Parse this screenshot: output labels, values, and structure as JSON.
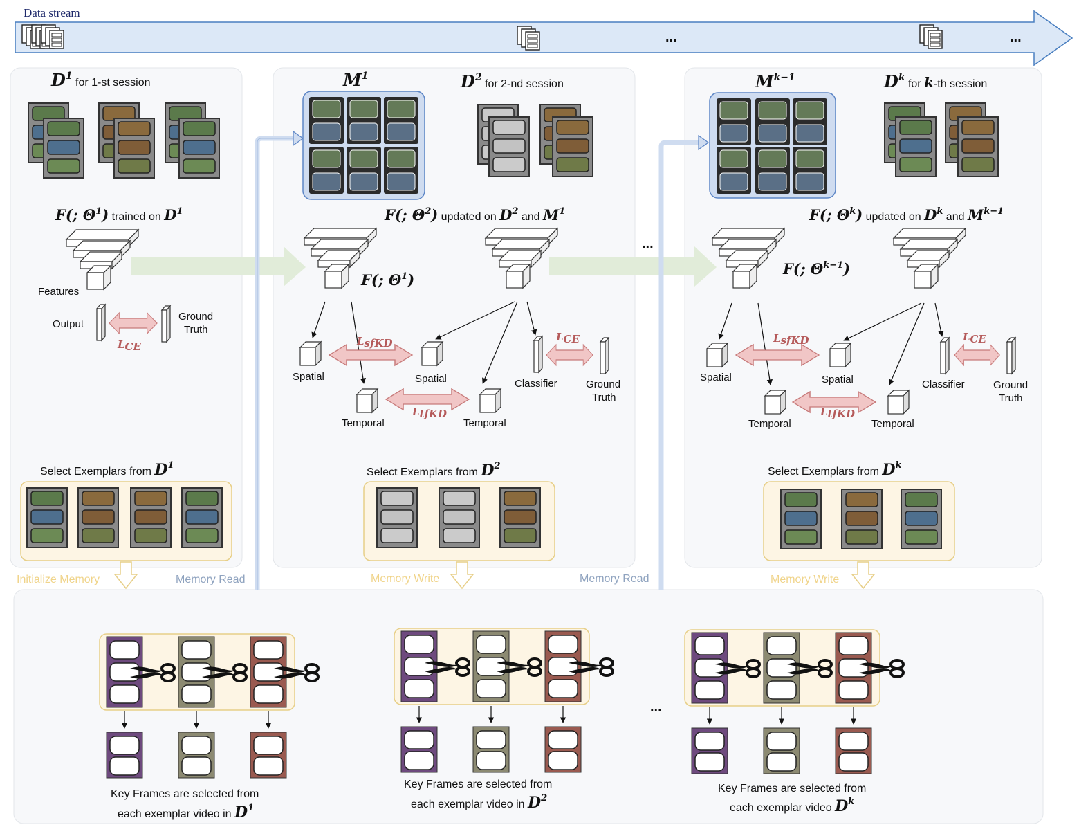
{
  "stream": {
    "label": "Data stream",
    "dots": "..."
  },
  "session1": {
    "data_title_var": "D",
    "data_title_sup": "1",
    "data_title_text": " for 1-st session",
    "model_f": "F(; Θ",
    "model_sup": "1",
    "model_close": ")",
    "model_text": " trained on ",
    "model_d": "D",
    "model_d_sup": "1",
    "features": "Features",
    "output": "Output",
    "ground_truth_1": "Ground",
    "ground_truth_2": "Truth",
    "loss_ce": "L",
    "loss_ce_sub": "CE",
    "select_text": "Select Exemplars from ",
    "select_var": "D",
    "select_sup": "1",
    "memory_init": "Initialize Memory",
    "memory_read": "Memory Read"
  },
  "session2": {
    "mem_var": "M",
    "mem_sup": "1",
    "data_title_var": "D",
    "data_title_sup": "2",
    "data_title_text": " for 2-nd session",
    "model_f": "F(; Θ",
    "model_sup": "2",
    "model_close": ")",
    "model_text": " updated on ",
    "model_d": "D",
    "model_d_sup": "2",
    "model_and": " and ",
    "model_m": "M",
    "model_m_sup": "1",
    "old_f": "F(; Θ",
    "old_sup": "1",
    "old_close": ")",
    "spatial": "Spatial",
    "temporal": "Temporal",
    "classifier": "Classifier",
    "ground_truth_1": "Ground",
    "ground_truth_2": "Truth",
    "loss_sfkd": "L",
    "loss_sfkd_sub": "sfKD",
    "loss_tfkd": "L",
    "loss_tfkd_sub": "tfKD",
    "loss_ce": "L",
    "loss_ce_sub": "CE",
    "select_text": "Select Exemplars from ",
    "select_var": "D",
    "select_sup": "2",
    "memory_write": "Memory Write",
    "memory_read": "Memory Read"
  },
  "sessionk": {
    "mem_var": "M",
    "mem_sup": "k−1",
    "data_title_var": "D",
    "data_title_sup": "k",
    "data_title_text": " for ",
    "data_title_k": "k",
    "data_title_text2": "-th session",
    "model_f": "F(; Θ",
    "model_sup": "k",
    "model_close": ")",
    "model_text": " updated on ",
    "model_d": "D",
    "model_d_sup": "k",
    "model_and": " and ",
    "model_m": "M",
    "model_m_sup": "k−1",
    "old_f": "F(; Θ",
    "old_sup": "k−1",
    "old_close": ")",
    "spatial": "Spatial",
    "temporal": "Temporal",
    "classifier": "Classifier",
    "ground_truth_1": "Ground",
    "ground_truth_2": "Truth",
    "loss_sfkd": "L",
    "loss_sfkd_sub": "sfKD",
    "loss_tfkd": "L",
    "loss_tfkd_sub": "tfKD",
    "loss_ce": "L",
    "loss_ce_sub": "CE",
    "select_text": "Select Exemplars from ",
    "select_var": "D",
    "select_sup": "k",
    "memory_write": "Memory Write"
  },
  "mid_dots": "...",
  "keyframes": {
    "caption1_line1": "Key Frames are selected from",
    "caption1_line2": "each exemplar video in ",
    "caption1_var": "D",
    "caption1_sup": "1",
    "caption2_line1": "Key Frames are selected from",
    "caption2_line2": "each exemplar video in ",
    "caption2_var": "D",
    "caption2_sup": "2",
    "caption3_line1": "Key Frames are selected from",
    "caption3_line2": "each exemplar video ",
    "caption3_var": "D",
    "caption3_sup": "k",
    "dots": "...",
    "film_colors": [
      "#6e4a7e",
      "#8c8a72",
      "#9a5a50"
    ]
  },
  "colors": {
    "stream_fill": "#dce8f7",
    "stream_stroke": "#4a7fc0",
    "panel_fill": "#f7f8fa",
    "panel_stroke": "#e3e6ea",
    "mem_fill": "#cfdcf0",
    "mem_stroke": "#5d86c6",
    "exemplar_fill": "#fdf5e4",
    "exemplar_stroke": "#e7cf88",
    "loss_arrow": "#f1c6c6",
    "loss_arrow_stroke": "#c77a7a",
    "flow_arrow": "#e1ecd9"
  }
}
